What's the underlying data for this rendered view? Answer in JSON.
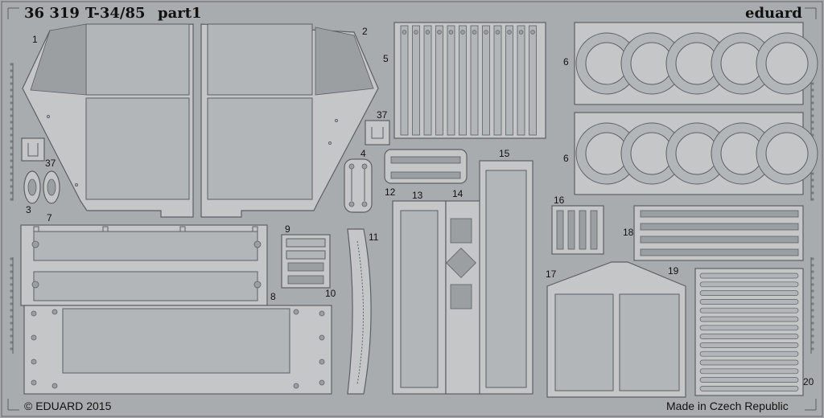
{
  "header": {
    "number": "36 319",
    "model": "T-34/85",
    "part": "part1",
    "brand": "eduard"
  },
  "footer": {
    "copyright": "© EDUARD 2015",
    "origin": "Made in Czech Republic"
  },
  "part_numbers": {
    "p1": "1",
    "p2": "2",
    "p3": "3",
    "p4": "4",
    "p5": "5",
    "p6a": "6",
    "p6b": "6",
    "p7": "7",
    "p8": "8",
    "p9": "9",
    "p10": "10",
    "p11": "11",
    "p12": "12",
    "p13": "13",
    "p14": "14",
    "p15": "15",
    "p16": "16",
    "p17": "17",
    "p18": "18",
    "p19": "19",
    "p20": "20",
    "p37a": "37",
    "p37b": "37"
  },
  "colors": {
    "sheet": "#a9acae",
    "metal": "#c4c6c8",
    "edge": "#5d6063",
    "text": "#111111"
  }
}
